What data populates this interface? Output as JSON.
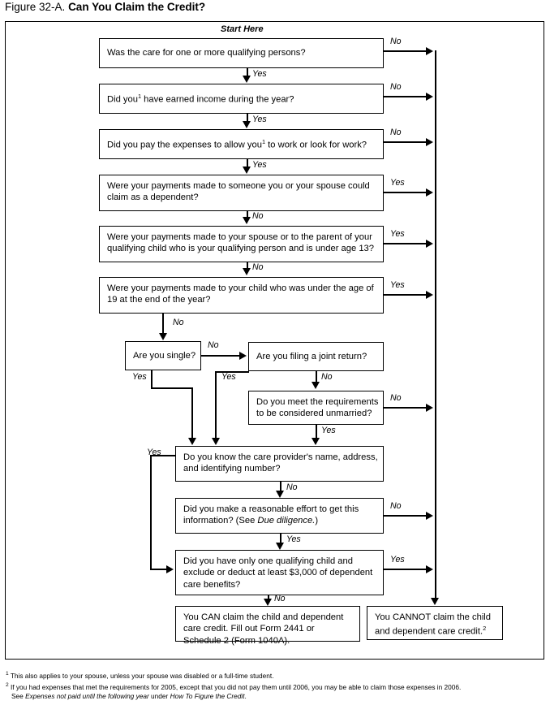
{
  "title": {
    "figure_number": "Figure 32-A.",
    "name": "Can You Claim the Credit?"
  },
  "start_label": "Start Here",
  "labels": {
    "yes": "Yes",
    "no": "No"
  },
  "flowchart": {
    "type": "decision-flowchart",
    "nodes": [
      {
        "id": "q1",
        "kind": "decision",
        "lines": [
          "Was the care for one or more qualifying persons?"
        ],
        "yes_target": "q2",
        "no_target": "cannot"
      },
      {
        "id": "q2",
        "kind": "decision",
        "lines": [
          "Did you¹ have earned income during the year?"
        ],
        "yes_target": "q3",
        "no_target": "cannot"
      },
      {
        "id": "q3",
        "kind": "decision",
        "lines": [
          "Did you pay the expenses to allow you¹ to work or look for work?"
        ],
        "yes_target": "q4",
        "no_target": "cannot"
      },
      {
        "id": "q4",
        "kind": "decision",
        "lines": [
          "Were your payments made to someone you or your spouse could",
          "claim as a dependent?"
        ],
        "yes_target": "cannot",
        "no_target": "q5"
      },
      {
        "id": "q5",
        "kind": "decision",
        "lines": [
          "Were your payments made to your spouse or to the parent of your",
          "qualifying child who is your qualifying person and is under age 13?"
        ],
        "yes_target": "cannot",
        "no_target": "q6"
      },
      {
        "id": "q6",
        "kind": "decision",
        "lines": [
          "Were your payments made to your child who was under the age of",
          "19 at the end of the year?"
        ],
        "yes_target": "cannot",
        "no_target": "q7"
      },
      {
        "id": "q7",
        "kind": "decision",
        "lines": [
          "Are you single?"
        ],
        "yes_target": "q10",
        "no_target": "q8"
      },
      {
        "id": "q8",
        "kind": "decision",
        "lines": [
          "Are you filing a joint return?"
        ],
        "yes_target": "q10",
        "no_target": "q9"
      },
      {
        "id": "q9",
        "kind": "decision",
        "lines": [
          "Do you meet the requirements",
          "to be considered unmarried?"
        ],
        "yes_target": "q10",
        "no_target": "cannot"
      },
      {
        "id": "q10",
        "kind": "decision",
        "lines": [
          "Do you know the care provider's name, address,",
          "and identifying number?"
        ],
        "yes_target": "q12",
        "no_target": "q11"
      },
      {
        "id": "q11",
        "kind": "decision",
        "lines": [
          "Did you make a reasonable effort to get this",
          "information? (See Due diligence.)"
        ],
        "yes_target": "q12",
        "no_target": "cannot"
      },
      {
        "id": "q12",
        "kind": "decision",
        "lines": [
          "Did you have only one qualifying child and",
          "exclude or deduct at least $3,000 of dependent",
          "care benefits?"
        ],
        "yes_target": "cannot",
        "no_target": "can"
      },
      {
        "id": "can",
        "kind": "terminal",
        "lines": [
          "You CAN claim the child and dependent",
          "care credit. Fill out Form 2441 or",
          "Schedule 2 (Form 1040A)."
        ]
      },
      {
        "id": "cannot",
        "kind": "terminal",
        "lines": [
          "You CANNOT claim the child",
          "and dependent care credit.²"
        ]
      }
    ]
  },
  "boxes": {
    "q1": {
      "l1": "Was the care for one or more qualifying persons?"
    },
    "q2": {
      "a": "Did you",
      "sup": "1",
      "b": " have earned income during the year?"
    },
    "q3": {
      "a": "Did you pay the expenses to allow you",
      "sup": "1",
      "b": " to work or look for work?"
    },
    "q4": {
      "l1": "Were your payments made to someone you or your spouse could",
      "l2": "claim as a dependent?"
    },
    "q5": {
      "l1": "Were your payments made to your spouse or to the parent of your",
      "l2": "qualifying child who is your qualifying person and is under age 13?"
    },
    "q6": {
      "l1": "Were your payments made to your child who was under the age of",
      "l2": "19 at the end of the year?"
    },
    "q7": {
      "l1": "Are you single?"
    },
    "q8": {
      "l1": "Are you filing a joint return?"
    },
    "q9": {
      "l1": "Do you meet the requirements",
      "l2": "to be considered unmarried?"
    },
    "q10": {
      "l1": "Do you know the care provider's name, address,",
      "l2": "and identifying number?"
    },
    "q11": {
      "l1": "Did you make a reasonable effort to get this",
      "l2a": "information? (See ",
      "l2i": "Due diligence.",
      "l2b": ")"
    },
    "q12": {
      "l1": "Did you have only one qualifying child and",
      "l2": "exclude or deduct at least $3,000 of dependent",
      "l3": "care benefits?"
    },
    "can": {
      "l1": "You CAN claim the child and dependent",
      "l2": "care credit. Fill out Form 2441 or",
      "l3": "Schedule 2 (Form 1040A)."
    },
    "cannot": {
      "l1": "You CANNOT claim the child",
      "l2a": "and dependent care credit.",
      "sup": "2"
    }
  },
  "edge_labels": {
    "q1_no": "No",
    "q1_yes": "Yes",
    "q2_no": "No",
    "q2_yes": "Yes",
    "q3_no": "No",
    "q3_yes": "Yes",
    "q4_yes": "Yes",
    "q4_no": "No",
    "q5_yes": "Yes",
    "q5_no": "No",
    "q6_yes": "Yes",
    "q6_no": "No",
    "q7_no": "No",
    "q7_yes": "Yes",
    "q8_yes": "Yes",
    "q8_no": "No",
    "q9_no": "No",
    "q9_yes": "Yes",
    "q10_yes": "Yes",
    "q10_no": "No",
    "q11_no": "No",
    "q11_yes": "Yes",
    "q12_yes": "Yes",
    "q12_no": "No"
  },
  "footnotes": {
    "one_sup": "1",
    "one": "This also applies to your spouse, unless your spouse was disabled or a full-time student.",
    "two_sup": "2",
    "two": "If you had expenses that met the requirements for 2005, except that you did not pay them until 2006, you may be able to claim those expenses in 2006.",
    "two_cont_a": "See ",
    "two_cont_i1": "Expenses not paid until the following year",
    "two_cont_b": " under ",
    "two_cont_i2": "How To Figure the Credit",
    "two_cont_c": "."
  },
  "colors": {
    "ink": "#000000",
    "paper": "#ffffff"
  }
}
